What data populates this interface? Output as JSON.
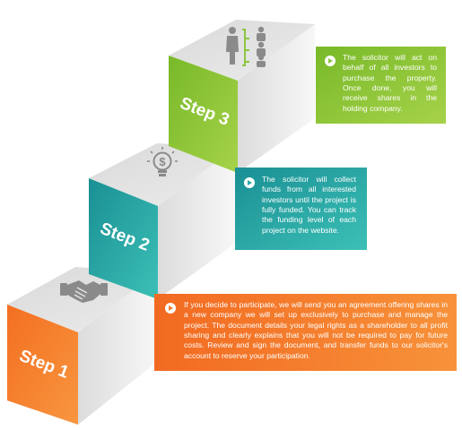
{
  "steps": [
    {
      "label": "Step 1",
      "icon": "handshake-icon",
      "color": "#f47b2a",
      "text": "If you decide to participate, we will send you an agreement offering shares in a new company we will set up exclusively to purchase and manage the project. The document details your legal rights as a shareholder to all profit sharing and clearly explains that you will not be required to pay for future costs. Review and sign the document, and transfer funds to our solicitor's account to reserve your participation."
    },
    {
      "label": "Step 2",
      "icon": "lightbulb-dollar-icon",
      "color": "#27a7a6",
      "text": "The solicitor will collect funds from all interested investors until the project is fully funded. You can track the funding level of each project on the website."
    },
    {
      "label": "Step 3",
      "icon": "investors-hierarchy-icon",
      "color": "#8dc63f",
      "text": "The solicitor will act on behalf of all investors to purchase the property. Once done, you will receive shares in the holding company."
    }
  ],
  "colors": {
    "cube_top": "#e3e3e3",
    "cube_right": "#f1f1f1",
    "icon": "#8a8a8a"
  }
}
